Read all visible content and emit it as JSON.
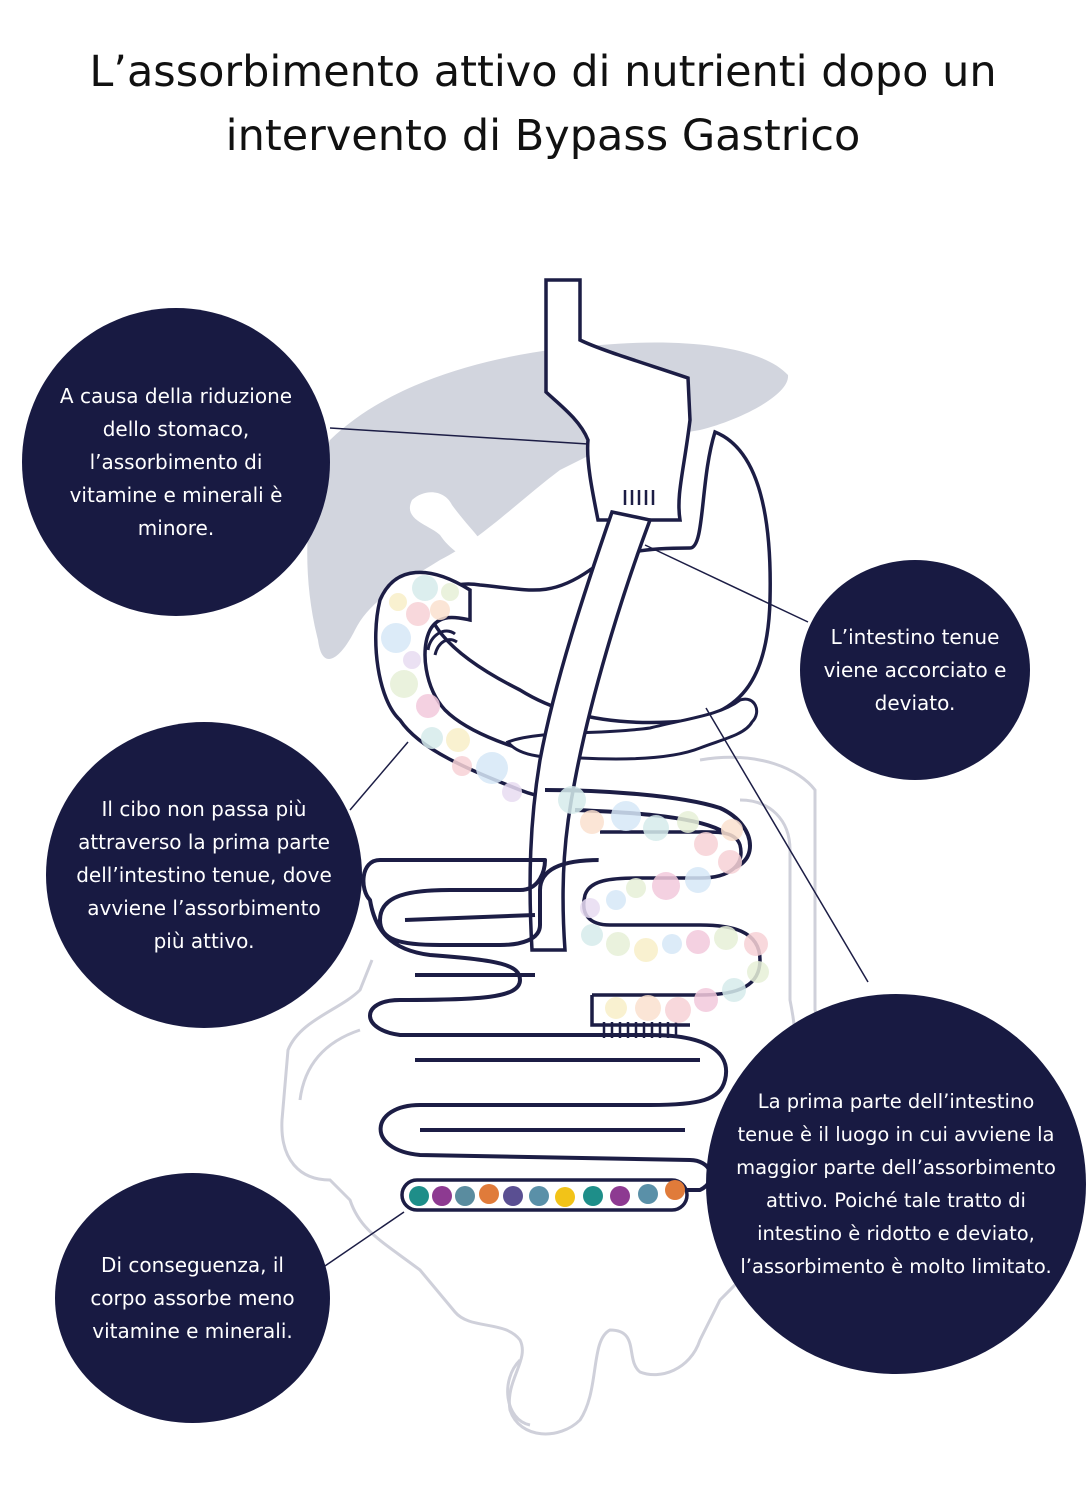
{
  "title": {
    "line1": "L’assorbimento attivo di nutrienti dopo un",
    "line2": "intervento di Bypass Gastrico"
  },
  "callouts": {
    "stomach": "A causa della riduzione dello stomaco, l’assorbimento di vitamine e minerali è minore.",
    "shortened": "L’intestino tenue viene accorciato e deviato.",
    "bypassed": "Il cibo non passa più attraverso la prima parte dell’intestino tenue, dove avviene l’assorbimento più attivo.",
    "first_part": "La prima parte dell’intestino tenue è il luogo in cui avviene la maggior parte dell’assorbimento attivo. Poiché tale tratto di intestino è ridotto e deviato, l’assorbimento è molto limitato.",
    "consequence": "Di conseguenza, il corpo assorbe meno vitamine e minerali."
  },
  "colors": {
    "bubble": "#181a42",
    "outline": "#1c1d45",
    "liver": "#d2d5de",
    "colon_outline": "#cfd0da",
    "nutrient_pastels": [
      "#f7d2d6",
      "#d7e8f7",
      "#e7f0d8",
      "#f8efc8",
      "#e8dcf2",
      "#d6ecec",
      "#fbe1cf",
      "#f3c9dc"
    ],
    "nutrient_vivid": [
      "#1e8e89",
      "#8d3a91",
      "#5a8c9f",
      "#e07b3a",
      "#5a4f92",
      "#5a90a8",
      "#f2c318",
      "#1e8e89",
      "#8d3a91",
      "#5a90a8",
      "#e07b3a"
    ]
  }
}
